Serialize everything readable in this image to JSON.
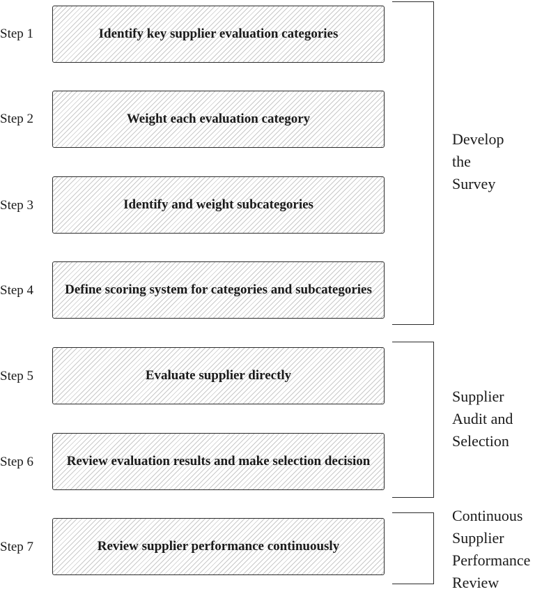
{
  "steps": [
    {
      "label": "Step 1",
      "text": "Identify key supplier evaluation categories"
    },
    {
      "label": "Step 2",
      "text": "Weight each evaluation category"
    },
    {
      "label": "Step 3",
      "text": "Identify and weight subcategories"
    },
    {
      "label": "Step 4",
      "text": "Define scoring system for categories and subcategories"
    },
    {
      "label": "Step 5",
      "text": "Evaluate supplier directly"
    },
    {
      "label": "Step 6",
      "text": "Review evaluation results and make selection decision"
    },
    {
      "label": "Step 7",
      "text": "Review supplier performance continuously"
    }
  ],
  "groups": [
    {
      "label": "Develop\nthe\nSurvey"
    },
    {
      "label": "Supplier\nAudit and\nSelection"
    },
    {
      "label": "Continuous\nSupplier\nPerformance\nReview"
    }
  ]
}
